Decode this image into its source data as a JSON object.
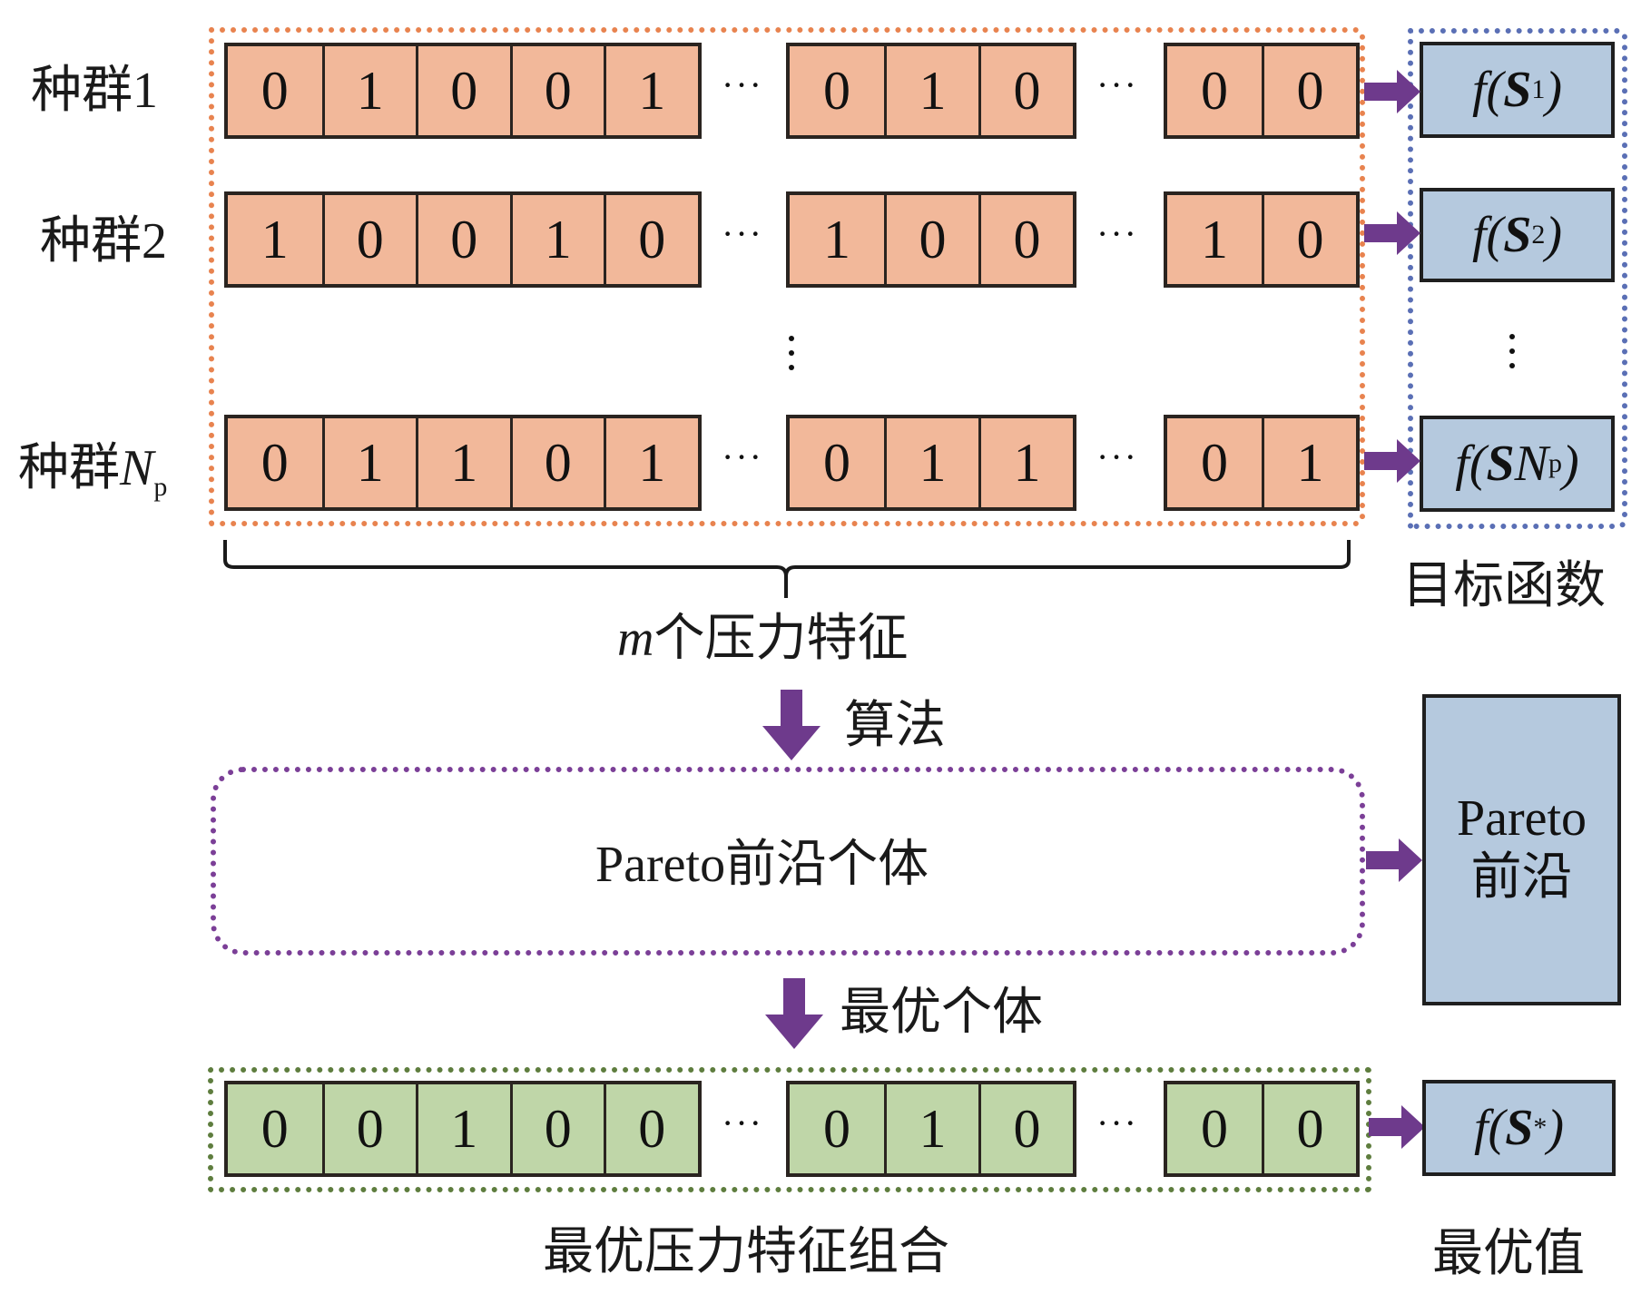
{
  "colors": {
    "population_cell": "#f2b89a",
    "optimal_cell": "#bfd6a8",
    "objective_box": "#b5c9de",
    "arrow": "#6e3a8c",
    "population_border": "#e8834f",
    "objective_border": "#5a6fb5",
    "pareto_border": "#7b3f97",
    "optimal_border": "#5e7d3e"
  },
  "populations": [
    {
      "label": "种群1",
      "label_sub": "",
      "groups": [
        [
          "0",
          "1",
          "0",
          "0",
          "1"
        ],
        [
          "0",
          "1",
          "0"
        ],
        [
          "0",
          "0"
        ]
      ],
      "objective": {
        "f": "f",
        "var": "S",
        "sub": "1",
        "sub_prefix": ""
      }
    },
    {
      "label": "种群2",
      "label_sub": "",
      "groups": [
        [
          "1",
          "0",
          "0",
          "1",
          "0"
        ],
        [
          "1",
          "0",
          "0"
        ],
        [
          "1",
          "0"
        ]
      ],
      "objective": {
        "f": "f",
        "var": "S",
        "sub": "2",
        "sub_prefix": ""
      }
    },
    {
      "label": "种群",
      "label_var": "N",
      "label_sub": "p",
      "groups": [
        [
          "0",
          "1",
          "1",
          "0",
          "1"
        ],
        [
          "0",
          "1",
          "1"
        ],
        [
          "0",
          "1"
        ]
      ],
      "objective": {
        "f": "f",
        "var": "S",
        "var2": "N",
        "sub": "p"
      }
    }
  ],
  "ellipsis_h": "···",
  "ellipsis_v": "⋮",
  "brace_label": {
    "var": "m",
    "text": "个压力特征"
  },
  "objective_label": "目标函数",
  "step1_label": "算法",
  "pareto_individuals_label": "Pareto前沿个体",
  "pareto_front_box": {
    "line1": "Pareto",
    "line2": "前沿"
  },
  "step2_label": "最优个体",
  "optimal": {
    "groups": [
      [
        "0",
        "0",
        "1",
        "0",
        "0"
      ],
      [
        "0",
        "1",
        "0"
      ],
      [
        "0",
        "0"
      ]
    ],
    "objective": {
      "f": "f",
      "var": "S",
      "sup": "*"
    },
    "label": "最优压力特征组合",
    "value_label": "最优值"
  }
}
